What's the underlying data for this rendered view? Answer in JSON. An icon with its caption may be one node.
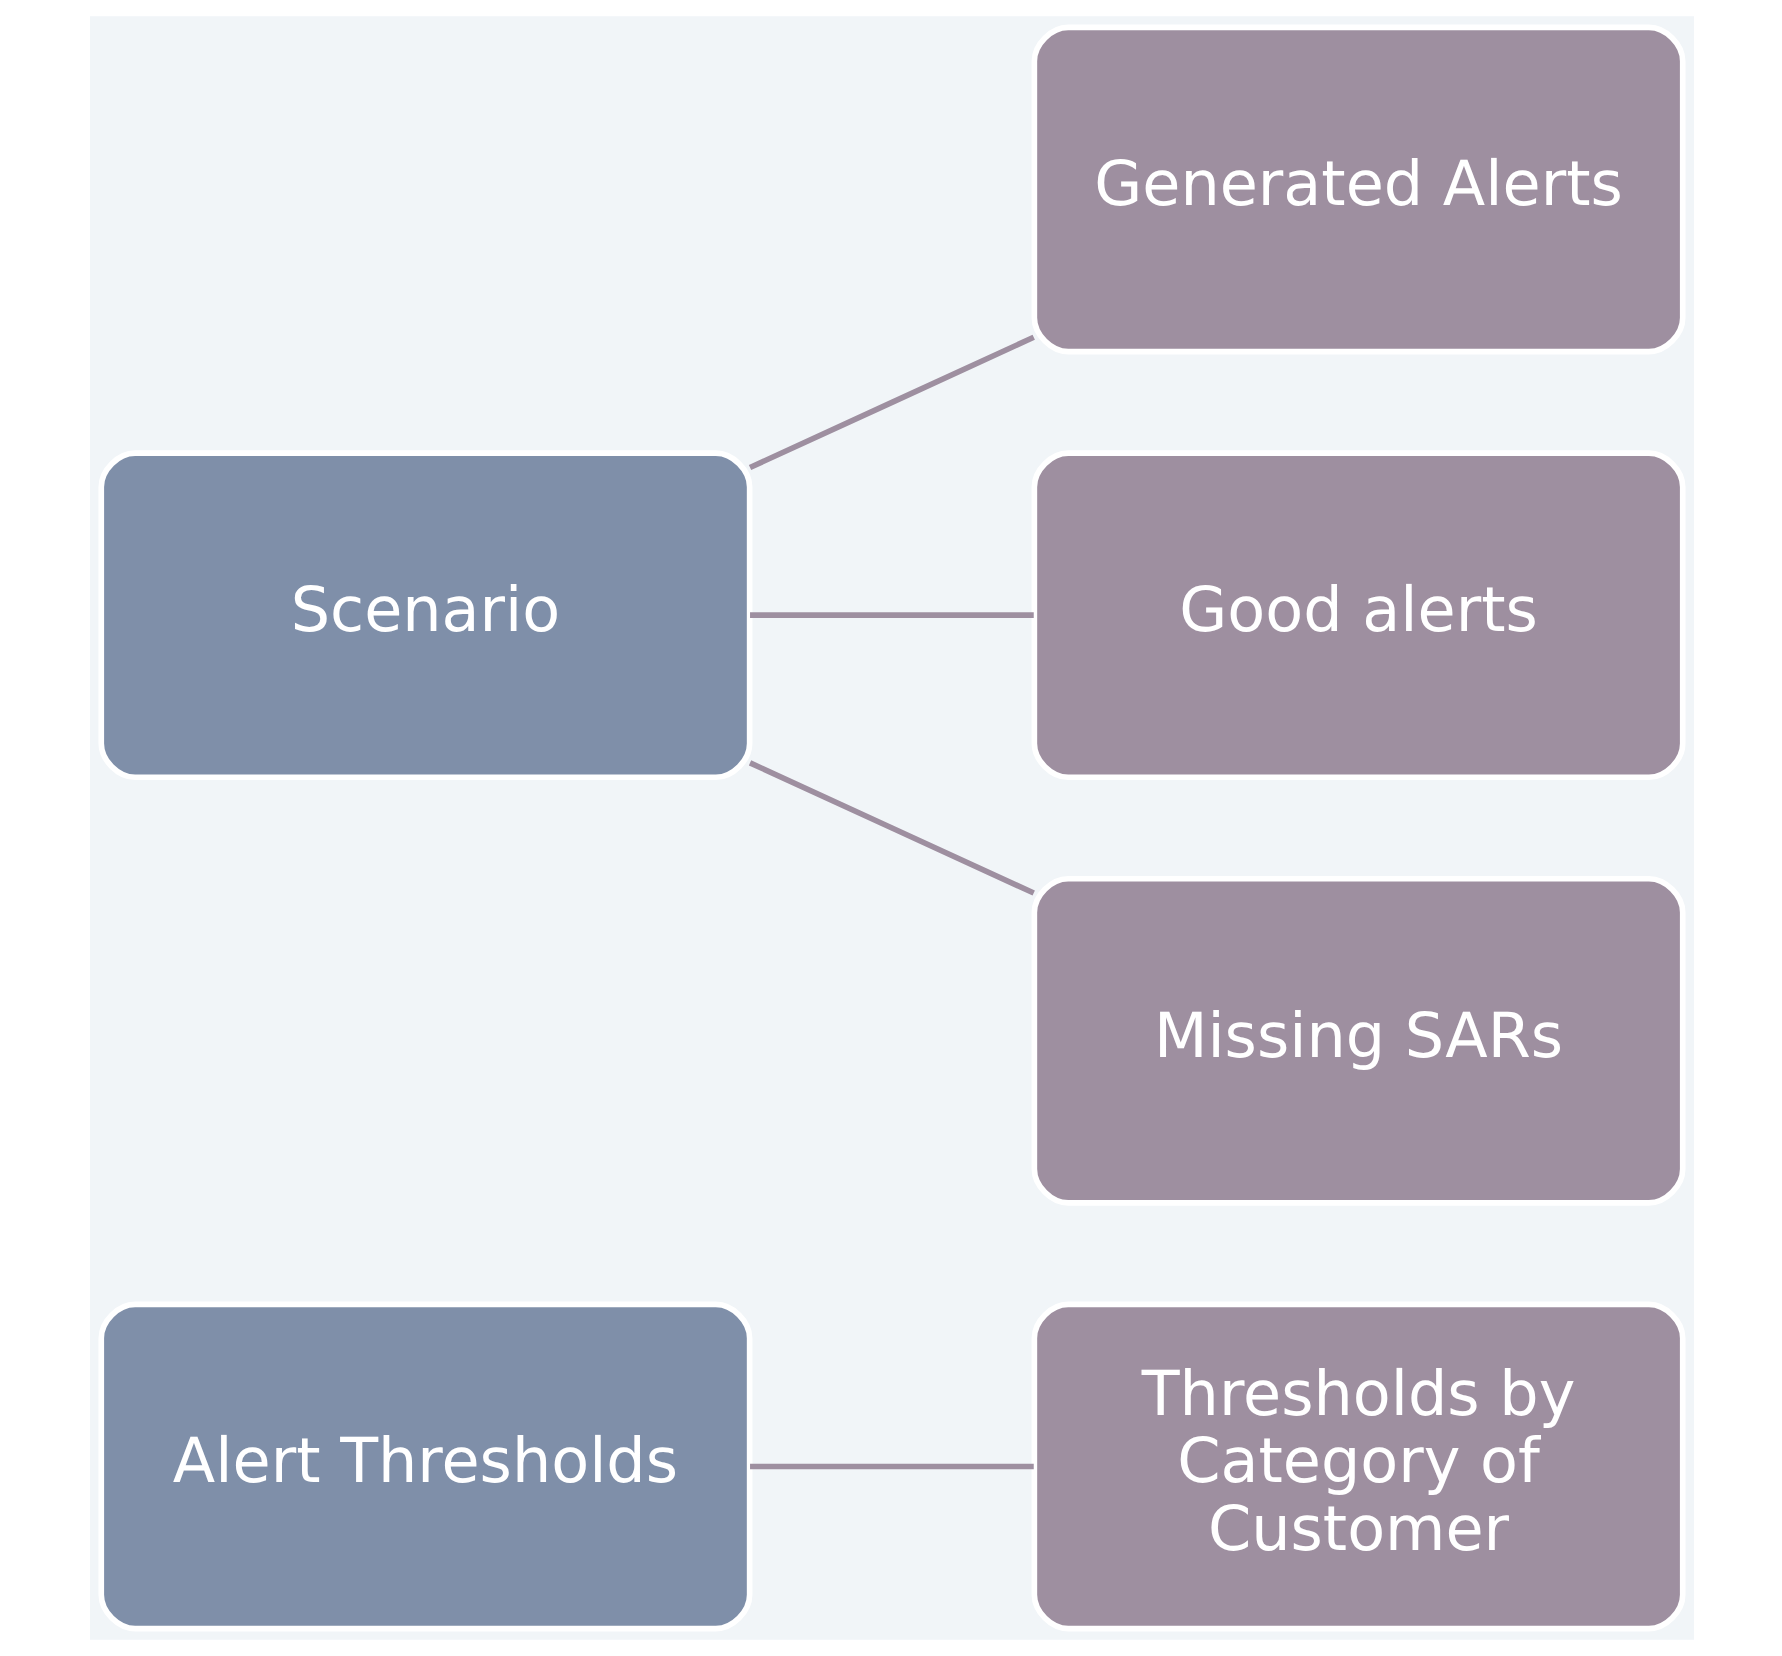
{
  "diagram": {
    "nodes": [
      {
        "text": [
          "Alert Thresholds"
        ]
      },
      {
        "text": [
          "Thresholds by Category of Customer"
        ]
      },
      {
        "text": [
          "Scenario"
        ]
      },
      {
        "text": [
          "Generated Alerts"
        ]
      },
      {
        "text": [
          "Good alerts"
        ]
      },
      {
        "text": [
          "Missing SARs"
        ]
      }
    ],
    "edges": [
      {
        "from": 0,
        "to": 1,
        "arrow": "none"
      },
      {
        "from": 2,
        "to": 3,
        "arrow": "none"
      },
      {
        "from": 2,
        "to": 4,
        "arrow": "none"
      },
      {
        "from": 2,
        "to": 5,
        "arrow": "none"
      }
    ]
  }
}
